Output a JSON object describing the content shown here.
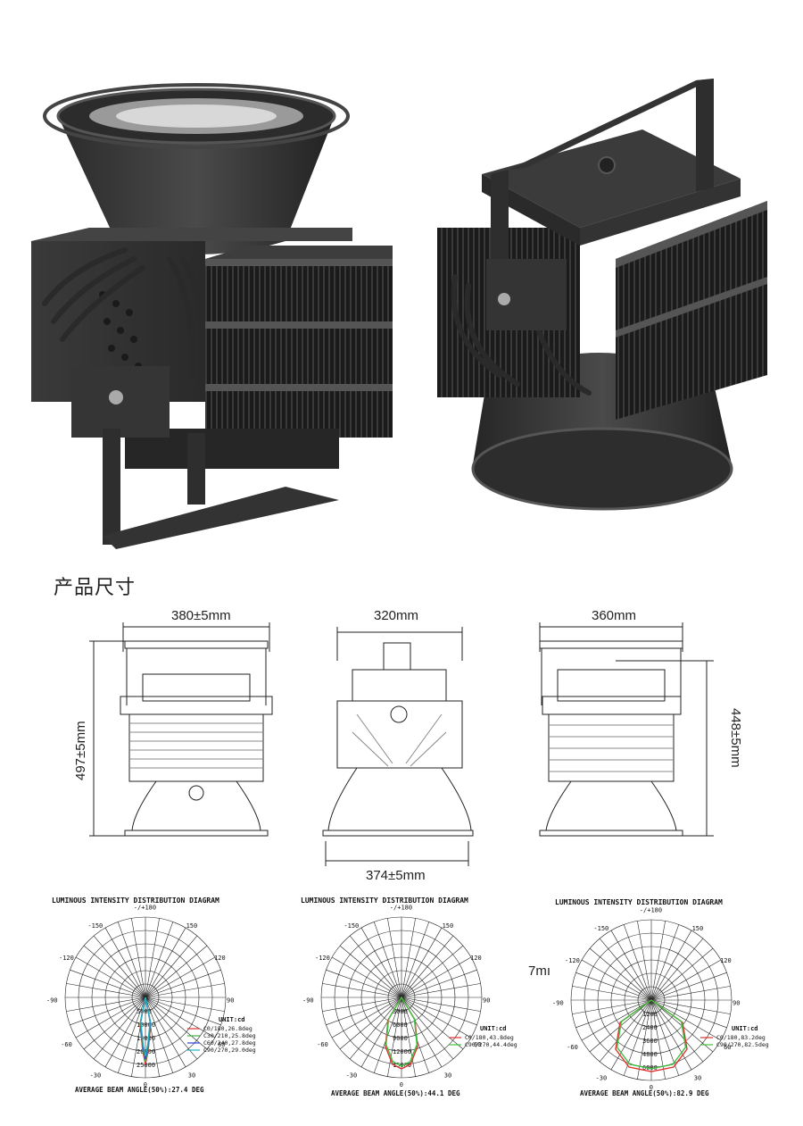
{
  "section_title": "产品尺寸",
  "dimensions": {
    "front_width": "380±5mm",
    "front_height": "497±5mm",
    "side_width": "320mm",
    "side_bottom": "374±5mm",
    "top_width": "360mm",
    "top_height": "448±5mm"
  },
  "stray_text": "7mı",
  "polar_diagrams": [
    {
      "title": "LUMINOUS INTENSITY DISTRIBUTION DIAGRAM",
      "angle_labels": [
        "-/+180",
        "-150",
        "150",
        "-120",
        "120",
        "-90",
        "90",
        "-60",
        "60",
        "-30",
        "30",
        "0"
      ],
      "radial_labels": [
        "5000",
        "10000",
        "15000",
        "20000",
        "25000"
      ],
      "unit": "UNIT:cd",
      "legend": [
        {
          "label": "C0/180,26.8deg",
          "color": "#e03030"
        },
        {
          "label": "C30/210,25.8deg",
          "color": "#40b040"
        },
        {
          "label": "C60/240,27.8deg",
          "color": "#3040e0"
        },
        {
          "label": "C90/270,29.0deg",
          "color": "#20b0c0"
        }
      ],
      "beam_angle": "AVERAGE BEAM ANGLE(50%):27.4 DEG"
    },
    {
      "title": "LUMINOUS INTENSITY DISTRIBUTION DIAGRAM",
      "angle_labels": [
        "-/+180",
        "-150",
        "150",
        "-120",
        "120",
        "-90",
        "90",
        "-60",
        "60",
        "-30",
        "30",
        "0"
      ],
      "radial_labels": [
        "3000",
        "6000",
        "9000",
        "12000",
        "15000"
      ],
      "unit": "UNIT:cd",
      "legend": [
        {
          "label": "C0/180,43.8deg",
          "color": "#e03030"
        },
        {
          "label": "C90/270,44.4deg",
          "color": "#40c040"
        }
      ],
      "beam_angle": "AVERAGE BEAM ANGLE(50%):44.1 DEG"
    },
    {
      "title": "LUMINOUS INTENSITY DISTRIBUTION DIAGRAM",
      "angle_labels": [
        "-/+180",
        "-150",
        "150",
        "-120",
        "120",
        "-90",
        "90",
        "-60",
        "60",
        "-30",
        "30",
        "0"
      ],
      "radial_labels": [
        "1200",
        "2400",
        "3600",
        "4800",
        "6000"
      ],
      "unit": "UNIT:cd",
      "legend": [
        {
          "label": "C0/180,83.2deg",
          "color": "#e03030"
        },
        {
          "label": "C90/270,82.5deg",
          "color": "#40c040"
        }
      ],
      "beam_angle": "AVERAGE BEAM ANGLE(50%):82.9 DEG"
    }
  ]
}
